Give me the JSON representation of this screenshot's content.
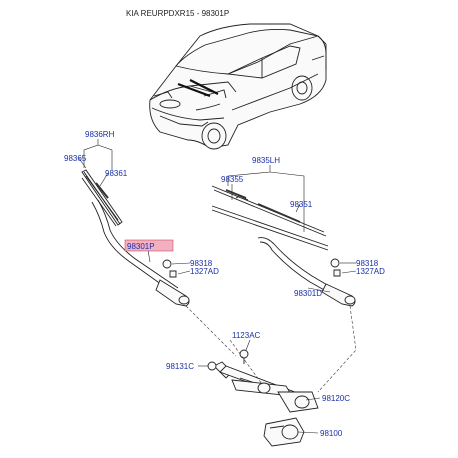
{
  "header": {
    "title": "KIA REURPDXR15 - 98301P"
  },
  "highlight_color": "#f3b1bf",
  "label_color": "#1a2fa8",
  "labels": {
    "blade_rh_assy": "9836RH",
    "blade_rh": "98365",
    "refill_rh": "98361",
    "arm_rh_highlighted": "98301P",
    "cap_rh": "98318",
    "nut_rh": "1327AD",
    "blade_lh_assy": "9835LH",
    "blade_lh": "98355",
    "refill_lh": "98351",
    "cap_lh": "98318",
    "nut_lh": "1327AD",
    "arm_lh": "98301D",
    "bolt": "1123AC",
    "pivot_bolt": "98131C",
    "linkage": "98120C",
    "motor": "98100"
  }
}
